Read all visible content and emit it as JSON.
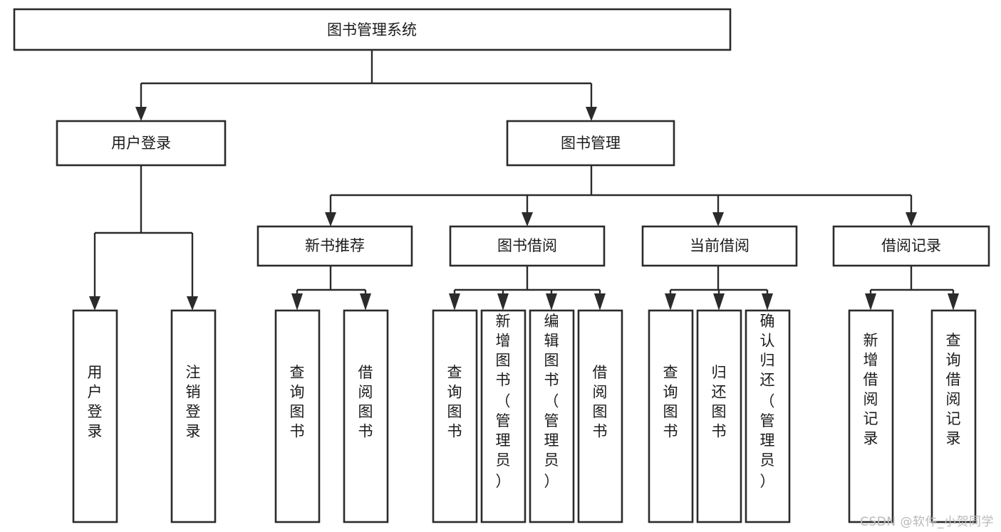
{
  "diagram": {
    "type": "tree",
    "title": "图书管理系统",
    "watermark": "CSDN @软件_小贺同学",
    "colors": {
      "background": "#ffffff",
      "box_stroke": "#2b2b2b",
      "box_fill": "#ffffff",
      "text": "#1b1b1b",
      "connector": "#2b2b2b",
      "watermark": "#b9b9b9"
    },
    "levels": {
      "level0": [
        {
          "id": "root",
          "label": "图书管理系统",
          "orientation": "horizontal"
        }
      ],
      "level1": [
        {
          "id": "user-login",
          "label": "用户登录",
          "orientation": "horizontal",
          "parent": "root"
        },
        {
          "id": "book-manage",
          "label": "图书管理",
          "orientation": "horizontal",
          "parent": "root"
        }
      ],
      "level2": [
        {
          "id": "new-book-rec",
          "label": "新书推荐",
          "orientation": "horizontal",
          "parent": "book-manage"
        },
        {
          "id": "book-borrow",
          "label": "图书借阅",
          "orientation": "horizontal",
          "parent": "book-manage"
        },
        {
          "id": "current-borrow",
          "label": "当前借阅",
          "orientation": "horizontal",
          "parent": "book-manage"
        },
        {
          "id": "borrow-record",
          "label": "借阅记录",
          "orientation": "horizontal",
          "parent": "book-manage"
        }
      ],
      "level3": [
        {
          "id": "leaf-user-login",
          "label": "用户登录",
          "orientation": "vertical",
          "parent": "user-login"
        },
        {
          "id": "leaf-logout",
          "label": "注销登录",
          "orientation": "vertical",
          "parent": "user-login"
        },
        {
          "id": "leaf-query-book-1",
          "label": "查询图书",
          "orientation": "vertical",
          "parent": "new-book-rec"
        },
        {
          "id": "leaf-borrow-book-1",
          "label": "借阅图书",
          "orientation": "vertical",
          "parent": "new-book-rec"
        },
        {
          "id": "leaf-query-book-2",
          "label": "查询图书",
          "orientation": "vertical",
          "parent": "book-borrow"
        },
        {
          "id": "leaf-add-book",
          "label": "新增图书（管理员）",
          "orientation": "vertical",
          "parent": "book-borrow"
        },
        {
          "id": "leaf-edit-book",
          "label": "编辑图书（管理员）",
          "orientation": "vertical",
          "parent": "book-borrow"
        },
        {
          "id": "leaf-borrow-book-2",
          "label": "借阅图书",
          "orientation": "vertical",
          "parent": "book-borrow"
        },
        {
          "id": "leaf-query-book-3",
          "label": "查询图书",
          "orientation": "vertical",
          "parent": "current-borrow"
        },
        {
          "id": "leaf-return-book",
          "label": "归还图书",
          "orientation": "vertical",
          "parent": "current-borrow"
        },
        {
          "id": "leaf-confirm-return",
          "label": "确认归还（管理员）",
          "orientation": "vertical",
          "parent": "current-borrow"
        },
        {
          "id": "leaf-add-record",
          "label": "新增借阅记录",
          "orientation": "vertical",
          "parent": "borrow-record"
        },
        {
          "id": "leaf-query-record",
          "label": "查询借阅记录",
          "orientation": "vertical",
          "parent": "borrow-record"
        }
      ]
    }
  }
}
